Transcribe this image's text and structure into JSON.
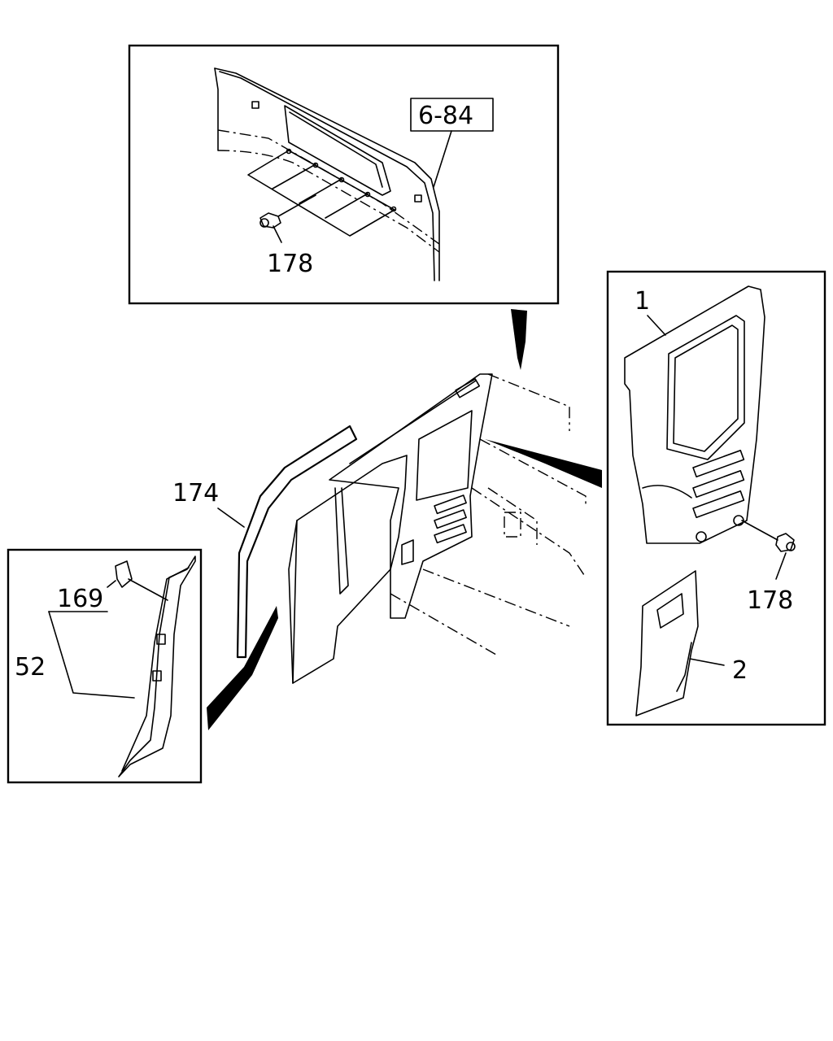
{
  "diagram": {
    "ref_box": "6-84",
    "labels": {
      "top_bolt": "178",
      "right_bolt": "178",
      "weatherstrip": "174",
      "clip": "169",
      "pillar_trim": "52",
      "upper_panel": "1",
      "lower_panel": "2"
    }
  }
}
